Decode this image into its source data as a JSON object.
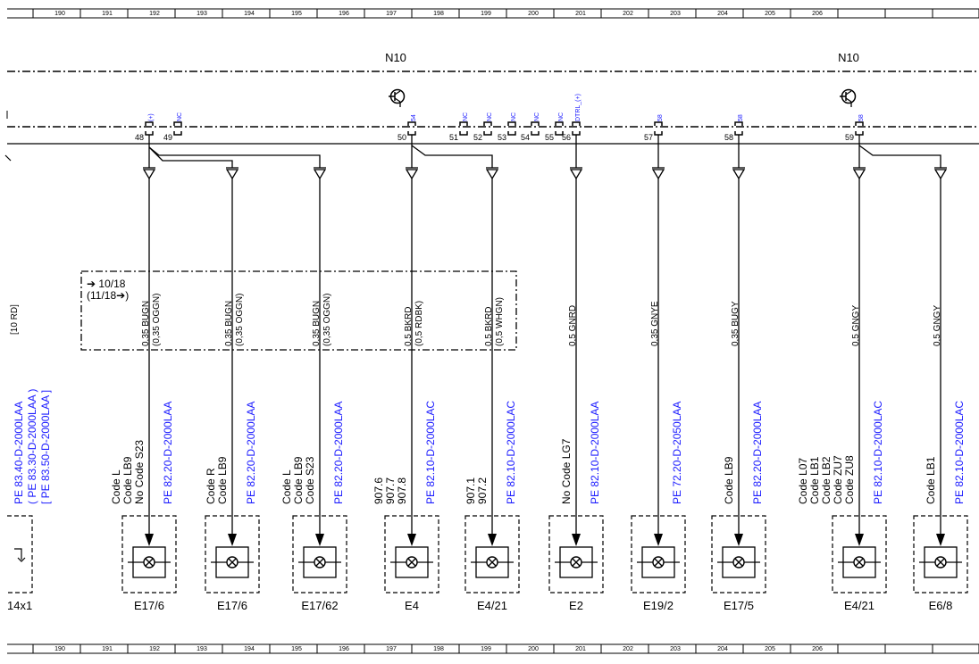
{
  "ruler_numbers": [
    "190",
    "191",
    "192",
    "193",
    "194",
    "195",
    "196",
    "197",
    "198",
    "199",
    "200",
    "201",
    "202",
    "203",
    "204",
    "205",
    "206"
  ],
  "module_labels": [
    "N10",
    "N10"
  ],
  "left_fragments": {
    "wire_spec": "[10 RD]",
    "refs": [
      "PE 83.40-D-2000LAA",
      "( PE 83.30-D-2000LAA )",
      "[ PE 83.50-D-2000LAA ]"
    ],
    "component": "14x1"
  },
  "revision_box": {
    "line1": "➔ 10/18",
    "line2": "(11/18➔)"
  },
  "pins": [
    {
      "num": "48",
      "signal": "(+)"
    },
    {
      "num": "49",
      "signal": "NC"
    },
    {
      "num": "50",
      "signal": "54"
    },
    {
      "num": "51",
      "signal": "NC"
    },
    {
      "num": "52",
      "signal": "NC"
    },
    {
      "num": "53",
      "signal": "NC"
    },
    {
      "num": "54",
      "signal": "NC"
    },
    {
      "num": "55",
      "signal": "NC"
    },
    {
      "num": "56",
      "signal": "DTRL_(+)"
    },
    {
      "num": "57",
      "signal": "58"
    },
    {
      "num": "58",
      "signal": "58"
    },
    {
      "num": "59",
      "signal": "58"
    }
  ],
  "branches": [
    {
      "wire1": "0,35 BUGN",
      "wire2": "(0,35 OGGN)",
      "codes": [
        "Code L",
        "Code LB9",
        "No Code S23"
      ],
      "ref": "PE 82.20-D-2000LAA",
      "component": "E17/6"
    },
    {
      "wire1": "0,35 BUGN",
      "wire2": "(0,35 OGGN)",
      "codes": [
        "Code R",
        "Code LB9"
      ],
      "ref": "PE 82.20-D-2000LAA",
      "component": "E17/6"
    },
    {
      "wire1": "0,35 BUGN",
      "wire2": "(0,35 OGGN)",
      "codes": [
        "Code L",
        "Code LB9",
        "Code S23"
      ],
      "ref": "PE 82.20-D-2000LAA",
      "component": "E17/62"
    },
    {
      "wire1": "0,5 BKRD",
      "wire2": "(0,5 RDBK)",
      "codes": [
        "907.6",
        "907.7",
        "907.8"
      ],
      "ref": "PE 82.10-D-2000LAC",
      "component": "E4"
    },
    {
      "wire1": "0,5 BKRD",
      "wire2": "(0,5 WHGN)",
      "codes": [
        "907.1",
        "907.2"
      ],
      "ref": "PE 82.10-D-2000LAC",
      "component": "E4/21"
    },
    {
      "wire1": "0,5 GNRD",
      "wire2": "",
      "codes": [
        "No Code LG7"
      ],
      "ref": "PE 82.10-D-2000LAA",
      "component": "E2"
    },
    {
      "wire1": "0,35 GNYE",
      "wire2": "",
      "codes": [],
      "ref": "PE 72.20-D-2050LAA",
      "component": "E19/2"
    },
    {
      "wire1": "0,35 BUGY",
      "wire2": "",
      "codes": [
        "Code LB9"
      ],
      "ref": "PE 82.20-D-2000LAA",
      "component": "E17/5"
    },
    {
      "wire1": "0,5 GNGY",
      "wire2": "",
      "codes": [
        "Code L07",
        "Code LB1",
        "Code LB2",
        "Code ZU7",
        "Code ZU8"
      ],
      "ref": "PE 82.10-D-2000LAC",
      "component": "E4/21"
    },
    {
      "wire1": "0,5 GNGY",
      "wire2": "",
      "codes": [
        "Code LB1"
      ],
      "ref": "PE 82.10-D-2000LAC",
      "component": "E6/8"
    }
  ]
}
